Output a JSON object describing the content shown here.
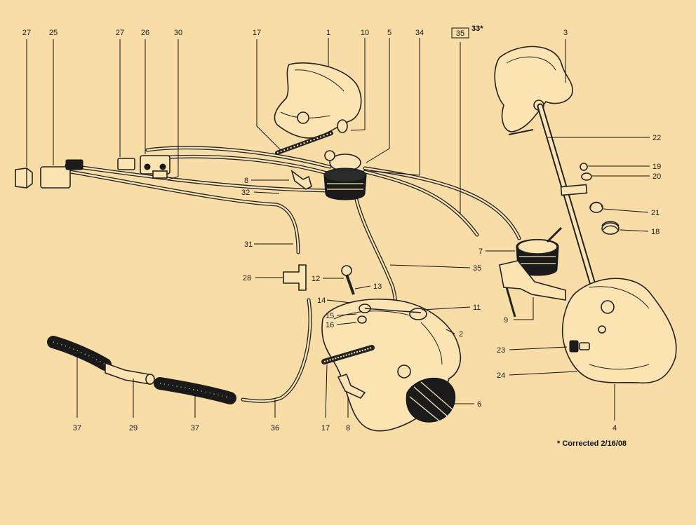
{
  "labels": [
    {
      "text": "27"
    },
    {
      "text": "25"
    },
    {
      "text": "27"
    },
    {
      "text": "26"
    },
    {
      "text": "30"
    },
    {
      "text": "17"
    },
    {
      "text": "1"
    },
    {
      "text": "10"
    },
    {
      "text": "5"
    },
    {
      "text": "34"
    },
    {
      "text": "35"
    },
    {
      "text": "3"
    },
    {
      "text": "22"
    },
    {
      "text": "19"
    },
    {
      "text": "20"
    },
    {
      "text": "21"
    },
    {
      "text": "18"
    },
    {
      "text": "8"
    },
    {
      "text": "32"
    },
    {
      "text": "31"
    },
    {
      "text": "7"
    },
    {
      "text": "35"
    },
    {
      "text": "28"
    },
    {
      "text": "12"
    },
    {
      "text": "13"
    },
    {
      "text": "14"
    },
    {
      "text": "11"
    },
    {
      "text": "15"
    },
    {
      "text": "16"
    },
    {
      "text": "9"
    },
    {
      "text": "2"
    },
    {
      "text": "23"
    },
    {
      "text": "24"
    },
    {
      "text": "6"
    },
    {
      "text": "37"
    },
    {
      "text": "29"
    },
    {
      "text": "37"
    },
    {
      "text": "36"
    },
    {
      "text": "17"
    },
    {
      "text": "8"
    },
    {
      "text": "4"
    }
  ],
  "corner_mark": "33*",
  "correction_note": "* Corrected 2/16/08",
  "colors": {
    "background": "#F9DDA7",
    "line": "#222222"
  }
}
